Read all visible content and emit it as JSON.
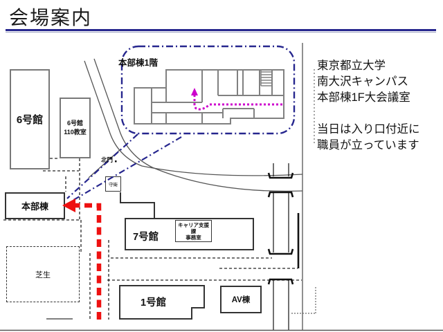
{
  "slide": {
    "title": "会場案内",
    "info": {
      "line1": "東京都立大学",
      "line2": "南大沢キャンパス",
      "line3": "本部棟1F大会議室",
      "line4": "当日は入り口付近に",
      "line5": "職員が立っています"
    }
  },
  "map": {
    "floorplan": {
      "label": "本部棟1階"
    },
    "gates": {
      "north_label": "北門",
      "guard_label": "守衛"
    },
    "buildings": {
      "b6": {
        "label": "6号館"
      },
      "b6_room": {
        "line1": "6号館",
        "line2": "110教室"
      },
      "honbu": {
        "label": "本部棟"
      },
      "b7": {
        "label": "7号館"
      },
      "career": {
        "line1": "キャリア支援",
        "line2": "課",
        "line3": "事務室"
      },
      "lawn": {
        "label": "芝生"
      },
      "b1": {
        "label": "1号館"
      },
      "av": {
        "label": "AV棟"
      }
    },
    "colors": {
      "accent_navy": "#26268E",
      "route_red": "#EE1111",
      "route_magenta": "#CC00CC",
      "floorplan_wall_gray": "#808080",
      "building_outline": "#333333",
      "road_gray": "#555555"
    }
  }
}
